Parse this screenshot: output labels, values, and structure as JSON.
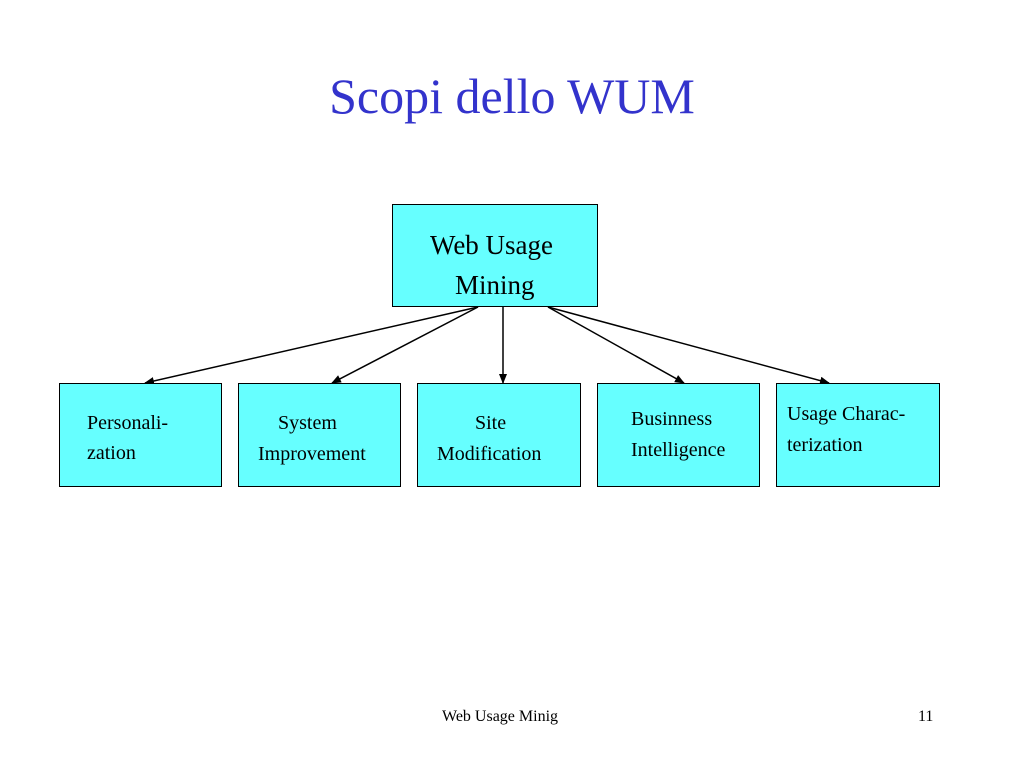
{
  "title": "Scopi dello WUM",
  "diagram": {
    "root": {
      "lines": [
        "Web Usage",
        "Mining"
      ]
    },
    "children": [
      {
        "lines": [
          "Personali-",
          "zation"
        ]
      },
      {
        "lines": [
          "System",
          "Improvement"
        ]
      },
      {
        "lines": [
          "Site",
          "Modification"
        ]
      },
      {
        "lines": [
          "Businness",
          "Intelligence"
        ]
      },
      {
        "lines": [
          "Usage Charac-",
          "terization"
        ]
      }
    ],
    "colors": {
      "box_fill": "#66ffff",
      "title": "#3333cc",
      "stroke": "#000000"
    }
  },
  "footer": {
    "text": "Web Usage Minig",
    "page_number": "11"
  }
}
